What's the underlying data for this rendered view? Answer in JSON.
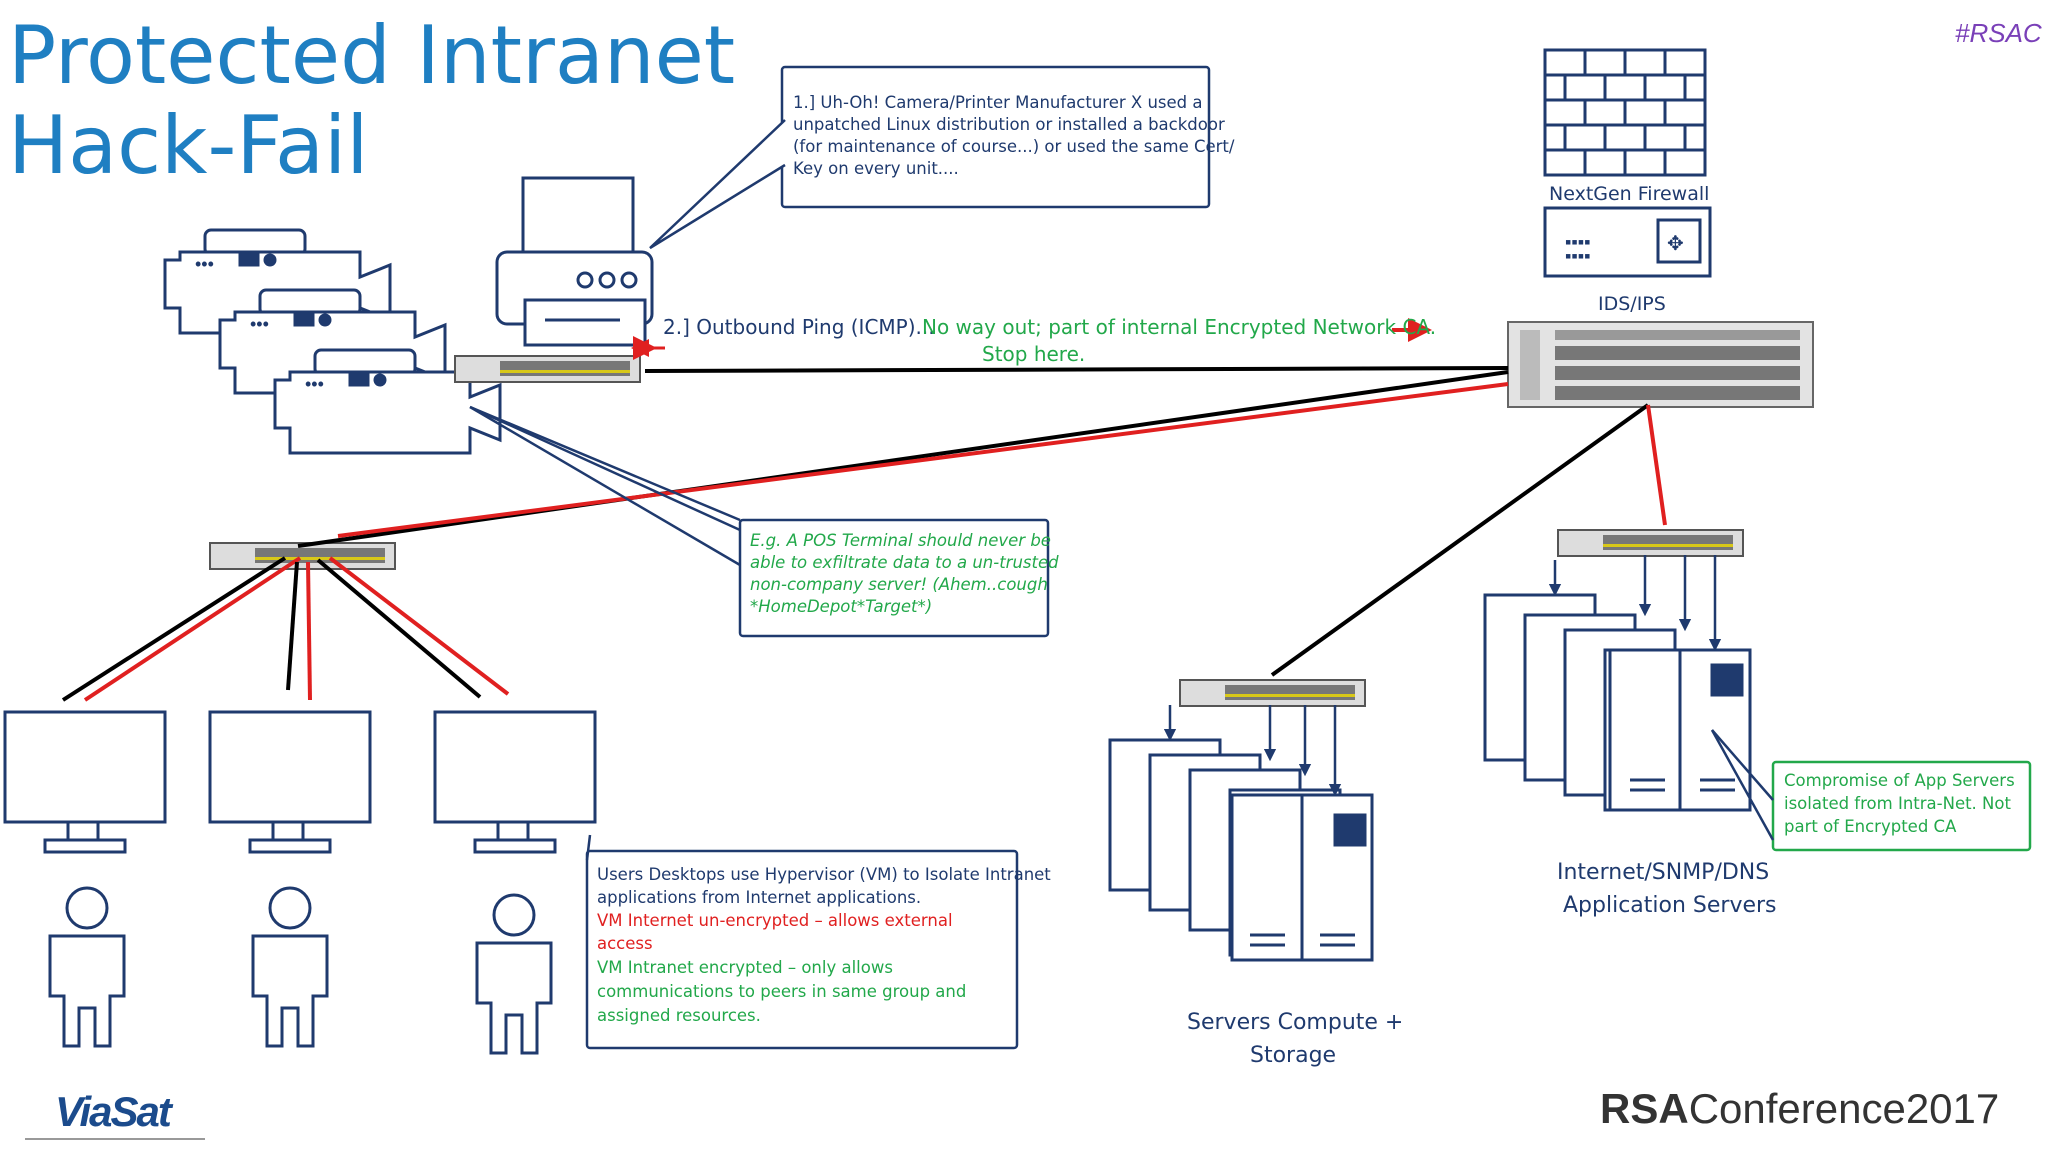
{
  "title": {
    "line1": "Protected Intranet",
    "line2": "Hack-Fail"
  },
  "hashtag": "#RSAC",
  "callouts": {
    "printer": [
      "1.] Uh-Oh! Camera/Printer Manufacturer X used a",
      "unpatched Linux distribution or installed a backdoor",
      "(for maintenance of course...) or used the same Cert/",
      "Key on every unit...."
    ],
    "pos": [
      "E.g. A POS Terminal should never be",
      "able to exfiltrate data to a un-trusted",
      "non-company server! (Ahem..cough",
      "*HomeDepot*Target*)"
    ],
    "desktops": {
      "blue": [
        "Users Desktops use Hypervisor (VM) to Isolate Intranet",
        "applications from Internet applications."
      ],
      "red": [
        "VM Internet un-encrypted – allows external",
        "access"
      ],
      "green": [
        "VM Intranet encrypted – only allows",
        "communications to peers in same group and",
        "assigned resources."
      ]
    },
    "app_servers": [
      "Compromise of App Servers",
      "isolated from Intra-Net.   Not",
      "part of Encrypted CA"
    ]
  },
  "ping": {
    "blue": "2.] Outbound Ping (ICMP)...",
    "green1": "No way out; part of internal Encrypted Network CA.",
    "green2": "Stop here."
  },
  "labels": {
    "firewall": "NextGen Firewall",
    "ids": "IDS/IPS",
    "app_servers": [
      "Internet/SNMP/DNS",
      "Application Servers"
    ],
    "compute": [
      "Servers Compute +",
      "Storage"
    ]
  },
  "footer": {
    "viasat": "ViaSat",
    "rsa_bold": "RSA",
    "rsa_rest": "Conference2017"
  },
  "colors": {
    "blue": "#1f7fc2",
    "navy": "#1f3a6e",
    "green": "#22a84a",
    "red": "#e02020",
    "purple": "#7a40b8"
  }
}
